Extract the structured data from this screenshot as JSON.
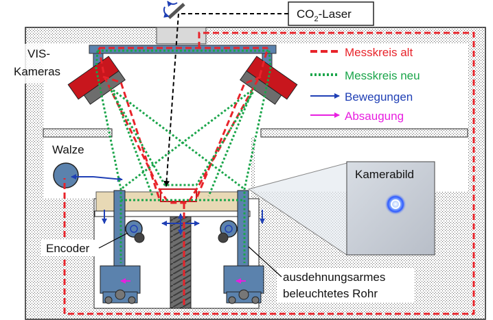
{
  "labels": {
    "laser_prefix": "CO",
    "laser_sub": "2",
    "laser_suffix": "-Laser",
    "vis_line1": "VIS-",
    "vis_line2": "Kameras",
    "walze": "Walze",
    "encoder": "Encoder",
    "kamerabild": "Kamerabild",
    "rohr_line1": "ausdehnungsarmes",
    "rohr_line2": "beleuchtetes Rohr"
  },
  "legend": [
    {
      "label": "Messkreis alt",
      "color": "#e8232a",
      "style": "dashed"
    },
    {
      "label": "Messkreis neu",
      "color": "#1aa54a",
      "style": "dotted"
    },
    {
      "label": "Bewegungen",
      "color": "#1f3fb5",
      "style": "arrow"
    },
    {
      "label": "Absaugung",
      "color": "#e81ee0",
      "style": "arrow"
    }
  ],
  "colors": {
    "camera_red": "#c8161d",
    "camera_grey": "#6d6d6d",
    "steel_blue": "#5b82ad",
    "sand": "#e8d9b5",
    "screw": "#6e6e6e"
  }
}
